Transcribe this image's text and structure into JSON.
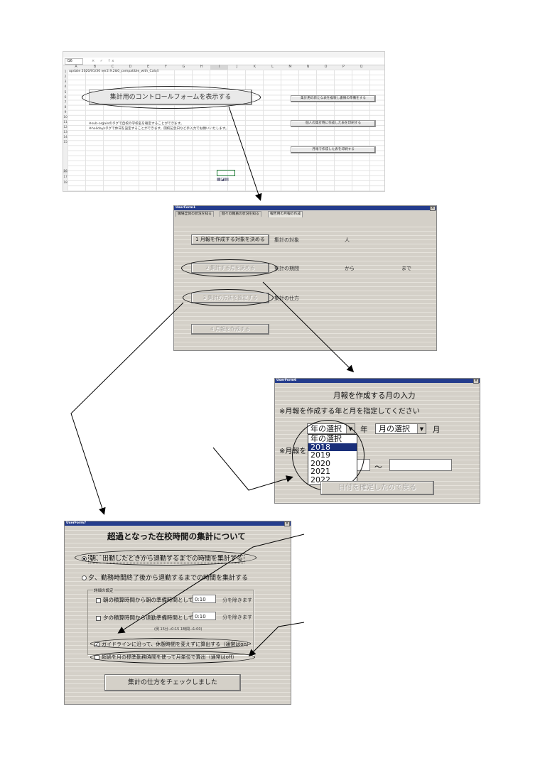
{
  "spreadsheet": {
    "name_box": "I16",
    "formula_icons": "× ✓ fx",
    "columns": [
      "A",
      "B",
      "C",
      "D",
      "E",
      "F",
      "G",
      "H",
      "I",
      "J",
      "K",
      "L",
      "M",
      "N",
      "O",
      "P",
      "Q"
    ],
    "rows": [
      "1",
      "2",
      "3",
      "4",
      "5",
      "6",
      "7",
      "8",
      "9",
      "10",
      "11",
      "12",
      "13",
      "14",
      "15",
      "16",
      "17",
      "18"
    ],
    "row1_text": "update 2020/01/30 ver2.9.2&0_compatible_with_Calc4",
    "main_button": "集計用のコントロールフォームを表示する",
    "note1": "※sub-orgainのタグで自校の学校名を確定することができます。",
    "note2": "※holidaysタグで休日を設定することができます。開校記念日など手入力でお願いいたします。",
    "side_button_1": "集計用の新たな表を複製し書類の準備をする",
    "side_button_2": "個人の集計時に作成した表を印刷する",
    "side_button_3": "月報で作成した表を印刷する"
  },
  "userform1": {
    "title": "UserForm1",
    "close": "×",
    "tabs": [
      "職場全体の状況を知る",
      "個々の職員の状況を知る",
      "報告用の月報の作成"
    ],
    "btn1": "1 月報を作成する対象を決める",
    "lbl1": "集計の対象",
    "lbl1_unit": "人",
    "btn2": "2 集計する月を決める",
    "lbl2": "集計の期間",
    "lbl2_from": "から",
    "lbl2_to": "まで",
    "btn3": "3 集計の方法を設定する",
    "lbl3": "集計の仕方",
    "btn4": "4 月報を作成する"
  },
  "userform6": {
    "title": "UserForm6",
    "close": "×",
    "heading": "月報を作成する月の入力",
    "instruction": "※月報を作成する年と月を指定してください",
    "year_combo": "年の選択",
    "year_label": "年",
    "month_combo": "月の選択",
    "month_label": "月",
    "note_partial": "※月報を",
    "tilde": "～",
    "year_options": [
      "年の選択",
      "2018",
      "2019",
      "2020",
      "2021",
      "2022"
    ],
    "selected_option": "2018",
    "confirm_button": "日付を確定したので戻る"
  },
  "userform7": {
    "title": "UserForm7",
    "close": "×",
    "heading": "超過となった在校時間の集計について",
    "radio1": "朝、出勤したときから退勤するまでの時間を集計する",
    "radio2": "夕、勤務時間終了後から退勤するまでの時間を集計する",
    "group_label": "詳細の設定",
    "check1": "朝の積算時間から朝の準備時間として",
    "value1": "0:10",
    "suffix1": "分を除きます",
    "check2": "夕の積算時間から退勤準備時間として",
    "value2": "0:10",
    "suffix2": "分を除きます",
    "example": "(例 15分→0:15 1時間→1:00)",
    "check3": "ガイドラインに沿って、休憩時間を変えずに算出する（通常はon）",
    "check4": "超過を月の標準勤務時間を使って月単位で算出（通常はoff）",
    "confirm_button": "集計の仕方をチェックしました"
  }
}
